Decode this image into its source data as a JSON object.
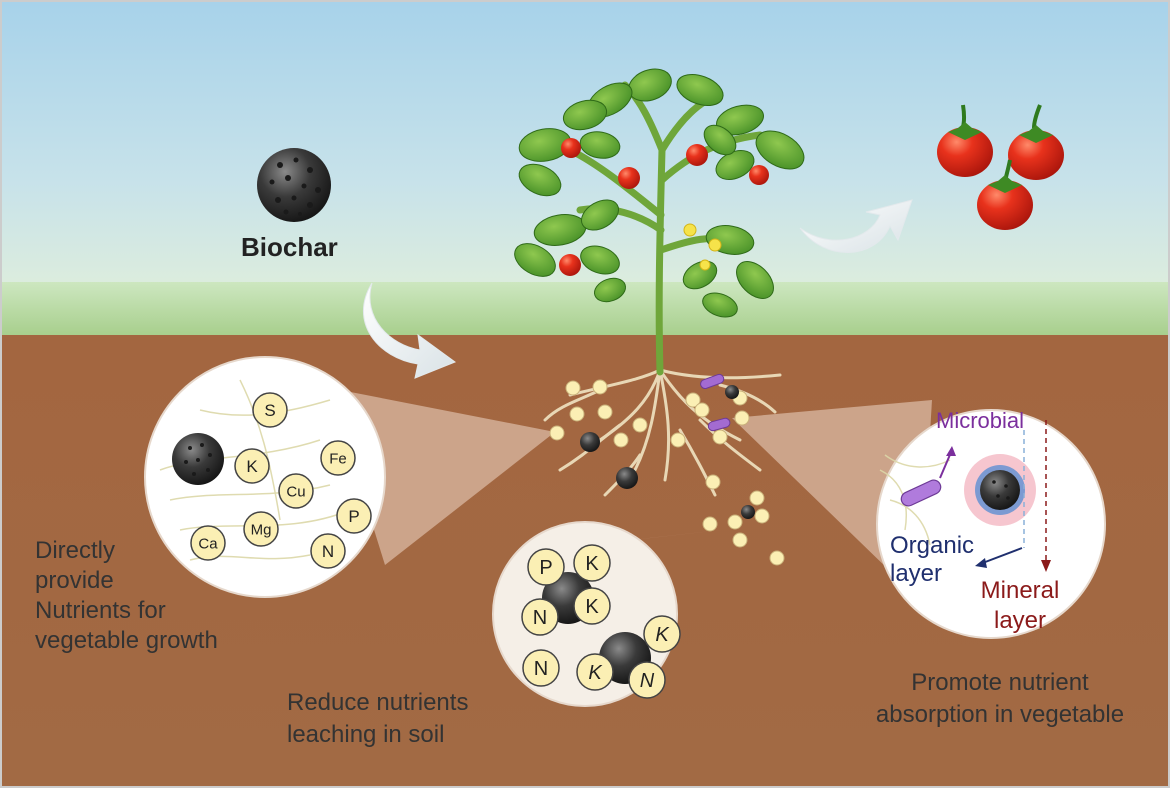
{
  "labels": {
    "biochar": "Biochar",
    "directly": "Directly\nprovide\nNutrients for\nvegetable growth",
    "reduce": "Reduce nutrients\nleaching in soil",
    "promote": "Promote nutrient\nabsorption in vegetable"
  },
  "left_circle": {
    "nutrients": [
      "S",
      "K",
      "Fe",
      "Cu",
      "P",
      "Ca",
      "Mg",
      "N"
    ]
  },
  "middle_circle": {
    "nutrients": [
      "P",
      "K",
      "K",
      "N",
      "K",
      "N",
      "K",
      "N"
    ]
  },
  "right_circle": {
    "microbial": "Microbial",
    "organic": "Organic\nlayer",
    "mineral": "Mineral\nlayer"
  },
  "colors": {
    "sky_top": "#a9d3ea",
    "grass": "#a8cf8c",
    "soil": "#9a5c36",
    "nutrient_fill": "#fbefb4",
    "microbial": "#7b2f9d",
    "organic": "#1f2f6e",
    "mineral": "#8b1a1a"
  }
}
